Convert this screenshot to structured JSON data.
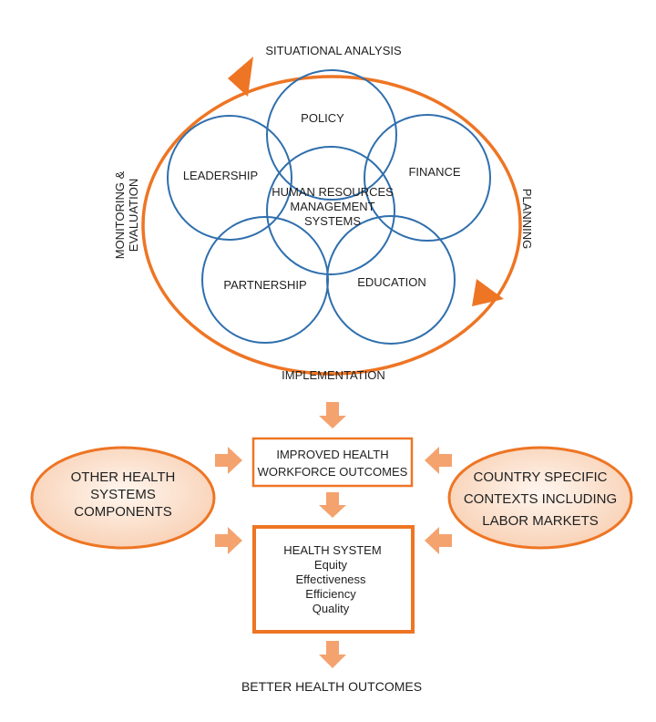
{
  "cycle": {
    "top_label": "SITUATIONAL ANALYSIS",
    "right_label": "PLANNING",
    "bottom_label": "IMPLEMENTATION",
    "left_label_line1": "MONITORING &",
    "left_label_line2": "EVALUATION"
  },
  "circles": {
    "policy": "POLICY",
    "leadership": "LEADERSHIP",
    "finance": "FINANCE",
    "partnership": "PARTNERSHIP",
    "education": "EDUCATION",
    "center_line1": "HUMAN RESOURCES",
    "center_line2": "MANAGEMENT",
    "center_line3": "SYSTEMS"
  },
  "boxes": {
    "outcomes_line1": "IMPROVED HEALTH",
    "outcomes_line2": "WORKFORCE OUTCOMES",
    "health_system_title": "HEALTH SYSTEM",
    "health_system_items": [
      "Equity",
      "Effectiveness",
      "Efficiency",
      "Quality"
    ]
  },
  "ovals": {
    "left_line1": "OTHER HEALTH",
    "left_line2": "SYSTEMS",
    "left_line3": "COMPONENTS",
    "right_line1": "COUNTRY SPECIFIC",
    "right_line2": "CONTEXTS INCLUDING",
    "right_line3": "LABOR MARKETS"
  },
  "final_label": "BETTER HEALTH OUTCOMES",
  "colors": {
    "cycle_orange": "#ee7524",
    "circle_blue": "#2f6fad",
    "arrow_peach": "#f4a36f",
    "oval_fill": "#fbe1cf"
  }
}
